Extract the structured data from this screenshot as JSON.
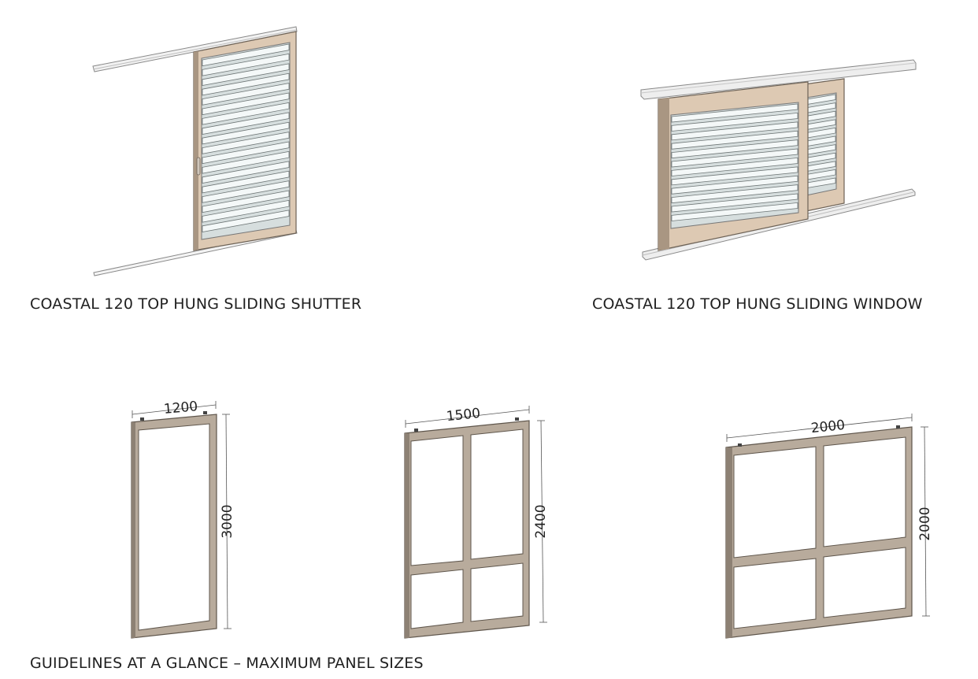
{
  "captions": {
    "shutter": "COASTAL 120 TOP HUNG SLIDING SHUTTER",
    "window": "COASTAL 120 TOP HUNG SLIDING WINDOW",
    "guidelines": "GUIDELINES AT A GLANCE – MAXIMUM PANEL SIZES"
  },
  "panels": [
    {
      "width": "1200",
      "height": "3000"
    },
    {
      "width": "1500",
      "height": "2400"
    },
    {
      "width": "2000",
      "height": "2000"
    }
  ],
  "colors": {
    "frame": "#ddc9b3",
    "frame_shadow": "#a99682",
    "panel_frame": "#b8ab9c",
    "louvre": "#eef3f3",
    "track": "#e9e9e9"
  }
}
